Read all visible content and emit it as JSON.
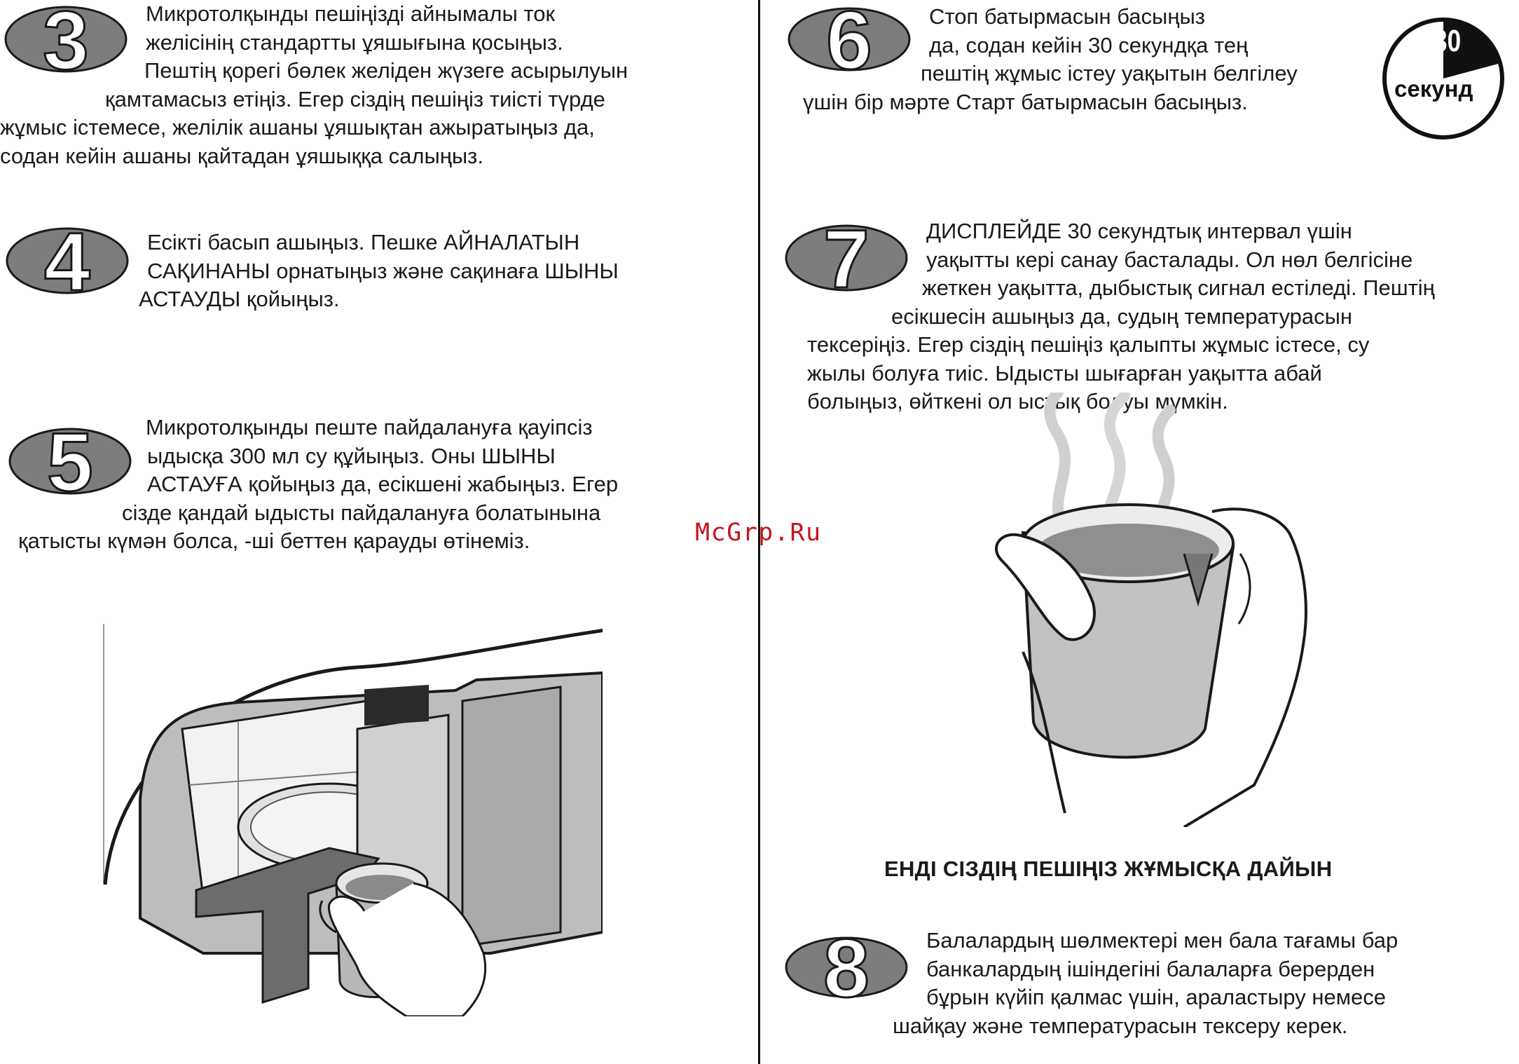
{
  "steps": [
    {
      "number": "3",
      "lines": [
        "Микротолқынды пешіңізді айнымалы ток",
        "желісінің стандартты ұяшығына қосыңыз.",
        "Пештің қорегі бөлек желіден жүзеге асырылуын",
        "қамтамасыз етіңіз. Егер сіздің пешіңіз тиісті түрде",
        "жұмыс істемесе, желілік ашаны ұяшықтан ажыратыңыз да,",
        "содан кейін ашаны қайтадан ұяшыққа салыңыз."
      ]
    },
    {
      "number": "4",
      "lines": [
        "Есікті басып ашыңыз. Пешке АЙНАЛАТЫН",
        "САҚИНАНЫ орнатыңыз және сақинаға ШЫНЫ",
        "АСТАУДЫ қойыңыз."
      ]
    },
    {
      "number": "5",
      "lines": [
        "Микротолқынды пеште пайдалануға қауіпсіз",
        "ыдысқа 300 мл су құйыңыз. Оны ШЫНЫ",
        "АСТАУҒА қойыңыз да, есікшені жабыңыз. Егер",
        "сізде қандай ыдысты пайдалануға болатынына",
        "қатысты күмән болса,      -ші беттен қарауды өтінеміз."
      ]
    },
    {
      "number": "6",
      "lines": [
        "Стоп батырмасын басыңыз",
        "да, содан кейін 30 секундқа тең",
        "пештің жұмыс істеу уақытын белгілеу",
        "үшін бір мәрте Старт батырмасын басыңыз."
      ]
    },
    {
      "number": "7",
      "lines": [
        "ДИСПЛЕЙДЕ 30 секундтық интервал үшін",
        "уақытты кері санау басталады. Ол нөл белгісіне",
        "жеткен уақытта, дыбыстық сигнал естіледі. Пештің",
        "есікшесін ашыңыз да, судың температурасын",
        "тексеріңіз. Егер сіздің пешіңіз қалыпты жұмыс істесе, су",
        "жылы болуға тиіс. Ыдысты шығарған уақытта абай",
        "болыңыз, өйткені ол ыстық болуы мүмкін."
      ]
    },
    {
      "number": "8",
      "lines": [
        "Балалардың шөлмектері мен бала тағамы бар",
        "банкалардың ішіндегіні балаларға берерден",
        "бұрын күйіп қалмас үшін, араластыру немесе",
        "шайқау және температурасын тексеру керек."
      ]
    }
  ],
  "timer": {
    "value": "30",
    "unit": "секунд"
  },
  "ready_heading": "ЕНДІ СІЗДІҢ ПЕШІҢІЗ ЖҰМЫСҚА ДАЙЫН",
  "watermark": "McGrp.Ru",
  "colors": {
    "badge": "#7d7d7d",
    "badge_outline": "#1a1a1a",
    "oven_gray": "#b4b4b4",
    "arrow": "#6c6c6c",
    "watermark": "#c0161f"
  }
}
